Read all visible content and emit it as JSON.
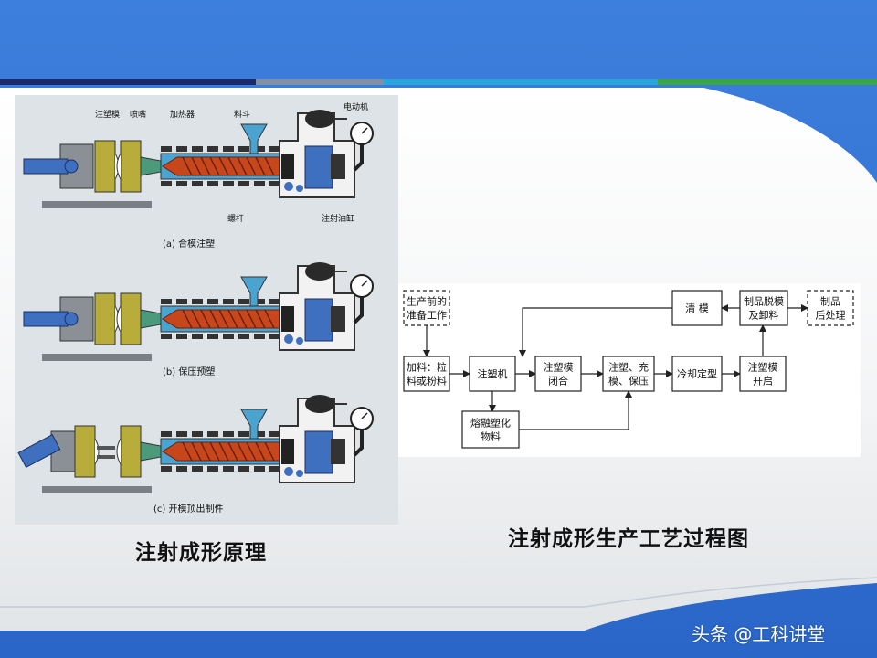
{
  "colors": {
    "band_blue": "#2f6fd0",
    "panel_bg": "#eef0f1",
    "stripe_navy": "#1a2a6c",
    "stripe_gray": "#8090a8",
    "stripe_cyan": "#2aa6dc",
    "stripe_green": "#3aa54a",
    "screw_red": "#c8461c",
    "mold_olive": "#b8ad3a",
    "hydraulic_blue": "#3f6fbf",
    "nozzle_green": "#4c9a7c",
    "barrel_blue": "#4ba3cf"
  },
  "machine": {
    "labels": {
      "mold": "注塑模",
      "nozzle": "喷嘴",
      "heater": "加热器",
      "hopper": "料斗",
      "motor": "电动机",
      "screw": "螺杆",
      "cylinder": "注射油缸"
    },
    "stages": {
      "a": "(a) 合模注塑",
      "b": "(b) 保压预塑",
      "c": "(c) 开模顶出制件"
    },
    "title": "注射成形原理"
  },
  "flow": {
    "title": "注射成形生产工艺过程图",
    "nodes": {
      "prep": [
        "生产前的",
        "准备工作"
      ],
      "feed": [
        "加料：粒",
        "料或粉料"
      ],
      "machine": [
        "注塑机"
      ],
      "close": [
        "注塑模",
        "闭合"
      ],
      "inject": [
        "注塑、充",
        "模、保压"
      ],
      "cool": [
        "冷却定型"
      ],
      "open": [
        "注塑模",
        "开启"
      ],
      "clean": [
        "清  模"
      ],
      "demold": [
        "制品脱模",
        "及卸料"
      ],
      "post": [
        "制品",
        "后处理"
      ],
      "melt": [
        "熔融塑化",
        "物料"
      ]
    }
  },
  "watermark": "头条 @工科讲堂"
}
